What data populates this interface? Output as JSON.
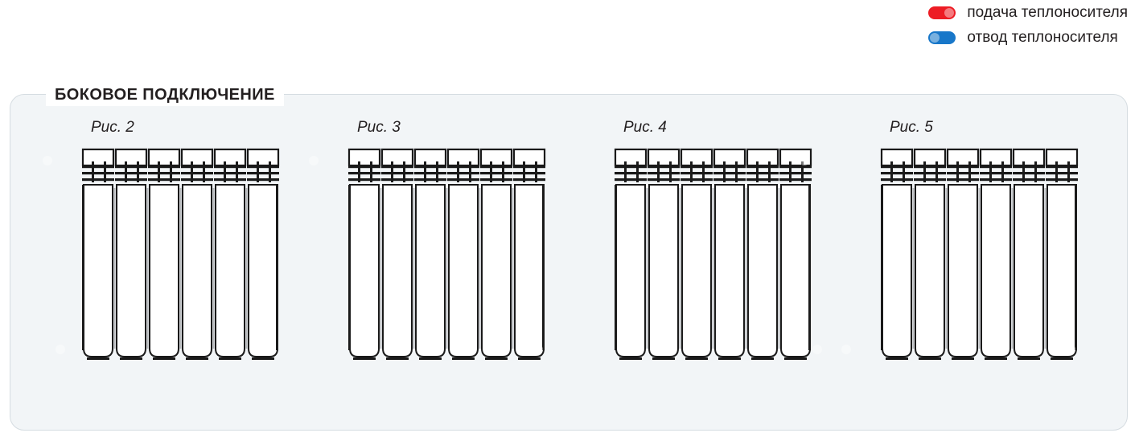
{
  "legend": {
    "items": [
      {
        "id": "supply",
        "icon": "pill-red-icon",
        "color": "#ED1C24",
        "knob": "right",
        "label": "подача теплоносителя"
      },
      {
        "id": "return",
        "icon": "pill-blue-icon",
        "color": "#1877C9",
        "knob": "left",
        "label": "отвод теплоносителя"
      }
    ]
  },
  "panel": {
    "title": "БОКОВОЕ ПОДКЛЮЧЕНИЕ",
    "fill": "#F2F5F7",
    "border": "#D5DCE1"
  },
  "figures": [
    {
      "id": "fig2",
      "label": "Рис. 2",
      "sections": 6,
      "connections": [
        {
          "position": "top-left",
          "type": "supply",
          "color": "#ED1C24",
          "knob": "right"
        },
        {
          "position": "bottom-left",
          "type": "return",
          "color": "#1877C9",
          "knob": "left"
        }
      ]
    },
    {
      "id": "fig3",
      "label": "Рис. 3",
      "sections": 6,
      "connections": [
        {
          "position": "top-left",
          "type": "supply",
          "color": "#ED1C24",
          "knob": "right"
        },
        {
          "position": "bottom-right",
          "type": "return",
          "color": "#1877C9",
          "knob": "right"
        }
      ]
    },
    {
      "id": "fig4",
      "label": "Рис. 4",
      "sections": 6,
      "connections": [
        {
          "position": "top-right",
          "type": "return",
          "color": "#1877C9",
          "knob": "right"
        },
        {
          "position": "bottom-right",
          "type": "supply",
          "color": "#ED1C24",
          "knob": "left"
        }
      ]
    },
    {
      "id": "fig5",
      "label": "Рис. 5",
      "sections": 6,
      "connections": [
        {
          "position": "bottom-left",
          "type": "supply",
          "color": "#ED1C24",
          "knob": "right"
        },
        {
          "position": "bottom-right",
          "type": "return",
          "color": "#1877C9",
          "knob": "right"
        }
      ]
    }
  ]
}
